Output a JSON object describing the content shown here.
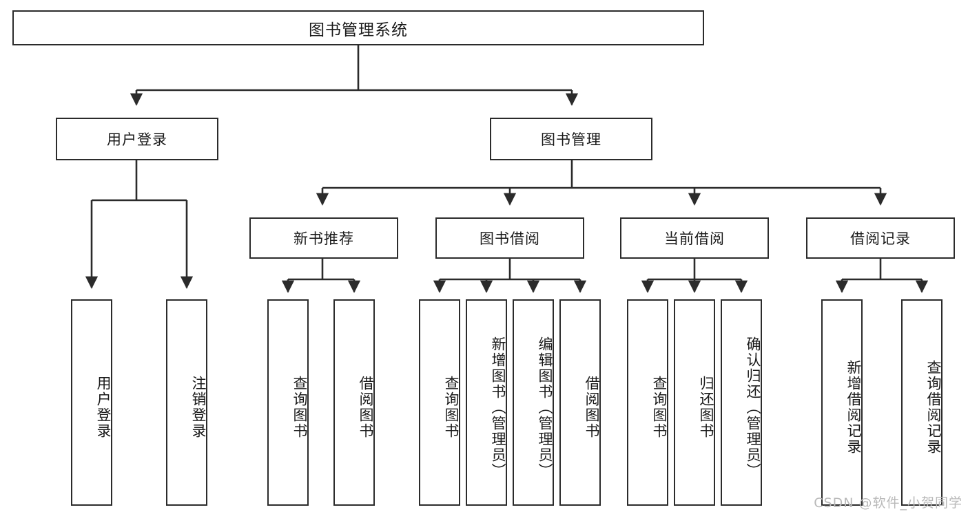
{
  "diagram": {
    "title": "图书管理系统",
    "type": "tree",
    "watermark": "CSDN @软件_小贺同学",
    "stroke_color": "#2b2b2b",
    "background_color": "#ffffff",
    "text_color": "#1a1a1a",
    "watermark_color": "#b9b9b9"
  },
  "nodes": {
    "root": {
      "label": "图书管理系统"
    },
    "level2": [
      {
        "id": "user-login",
        "label": "用户登录"
      },
      {
        "id": "book-manage",
        "label": "图书管理"
      }
    ],
    "level3": [
      {
        "id": "new-book-recommend",
        "label": "新书推荐"
      },
      {
        "id": "book-borrow",
        "label": "图书借阅"
      },
      {
        "id": "current-borrow",
        "label": "当前借阅"
      },
      {
        "id": "borrow-record",
        "label": "借阅记录"
      }
    ],
    "leaves": {
      "user-login": [
        {
          "id": "leaf-user-login",
          "label": "用户登录"
        },
        {
          "id": "leaf-user-logout",
          "label": "注销登录"
        }
      ],
      "new-book-recommend": [
        {
          "id": "leaf-query-book-1",
          "label": "查询图书"
        },
        {
          "id": "leaf-borrow-book-1",
          "label": "借阅图书"
        }
      ],
      "book-borrow": [
        {
          "id": "leaf-query-book-2",
          "label": "查询图书"
        },
        {
          "id": "leaf-add-book",
          "label": "新增图书（管理员）"
        },
        {
          "id": "leaf-edit-book",
          "label": "编辑图书（管理员）"
        },
        {
          "id": "leaf-borrow-book-2",
          "label": "借阅图书"
        }
      ],
      "current-borrow": [
        {
          "id": "leaf-query-book-3",
          "label": "查询图书"
        },
        {
          "id": "leaf-return-book",
          "label": "归还图书"
        },
        {
          "id": "leaf-confirm-return",
          "label": "确认归还（管理员）"
        }
      ],
      "borrow-record": [
        {
          "id": "leaf-add-record",
          "label": "新增借阅记录"
        },
        {
          "id": "leaf-query-record",
          "label": "查询借阅记录"
        }
      ]
    }
  }
}
